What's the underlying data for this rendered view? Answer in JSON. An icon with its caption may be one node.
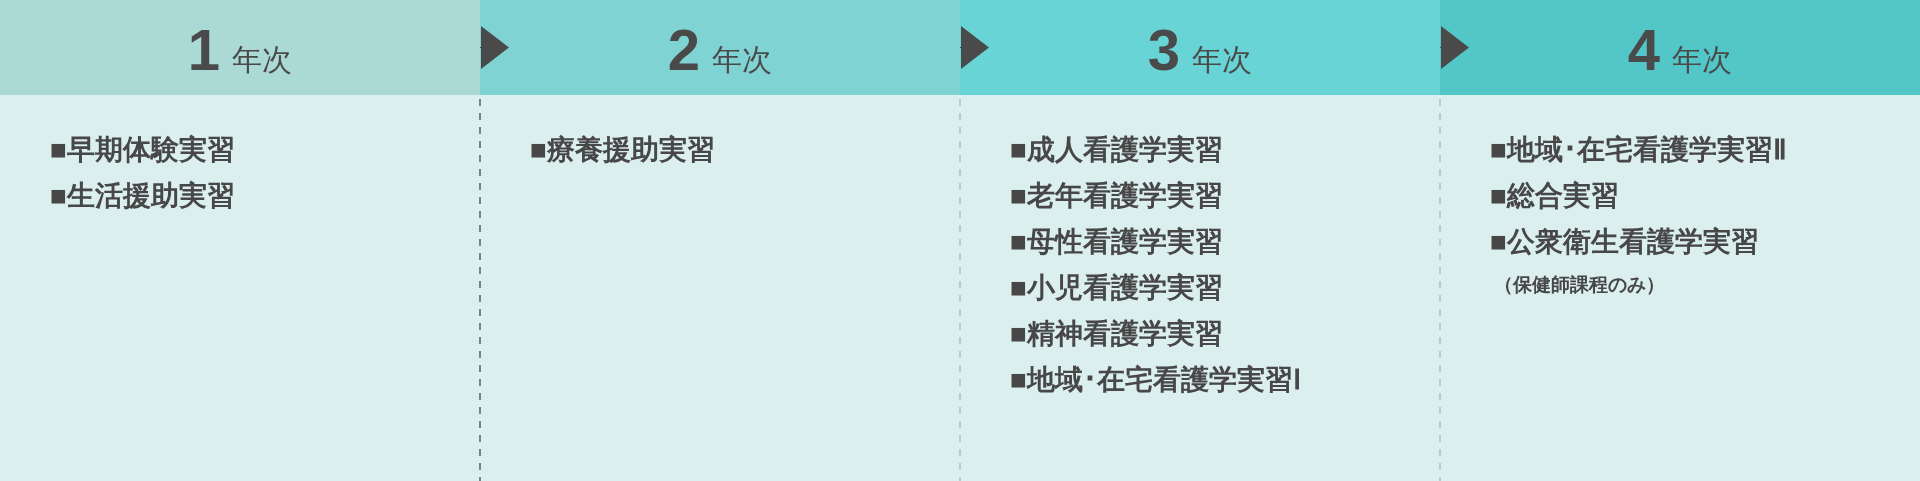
{
  "diagram": {
    "nodes": [
      {
        "text": [
          "1",
          "年次"
        ]
      },
      {
        "text": [
          "2",
          "年次"
        ]
      },
      {
        "text": [
          "3",
          "年次"
        ]
      },
      {
        "text": [
          "4",
          "年次"
        ]
      },
      {
        "text": [
          "■早期体験実習",
          "■生活援助実習"
        ]
      },
      {
        "text": [
          "■療養援助実習"
        ]
      },
      {
        "text": [
          "■成人看護学実習",
          "■老年看護学実習",
          "■母性看護学実習",
          "■小児看護学実習",
          "■精神看護学実習",
          "■地域･在宅看護学実習Ⅰ"
        ]
      },
      {
        "text": [
          "■地域･在宅看護学実習Ⅱ",
          "■総合実習",
          "■公衆衛生看護学実習",
          "（保健師課程のみ）"
        ]
      }
    ],
    "edges": [
      {
        "from": 0,
        "to": 1,
        "arrow": "to"
      },
      {
        "from": 1,
        "to": 2,
        "arrow": "to"
      },
      {
        "from": 2,
        "to": 3,
        "arrow": "to"
      }
    ]
  }
}
